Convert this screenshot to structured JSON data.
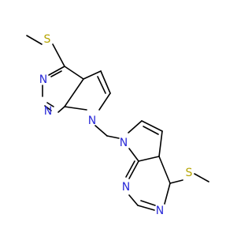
{
  "colors": {
    "sulfur": "#b5a400",
    "nitrogen": "#2a2ad8",
    "bond": "#000000"
  },
  "atoms": {
    "s_top": "S",
    "n_top_a": "N",
    "n_top_b": "N",
    "n_top_pyrrole": "N",
    "n_bottom_pyrrole": "N",
    "n_bottom_a": "N",
    "n_bottom_b": "N",
    "s_bottom": "S"
  }
}
